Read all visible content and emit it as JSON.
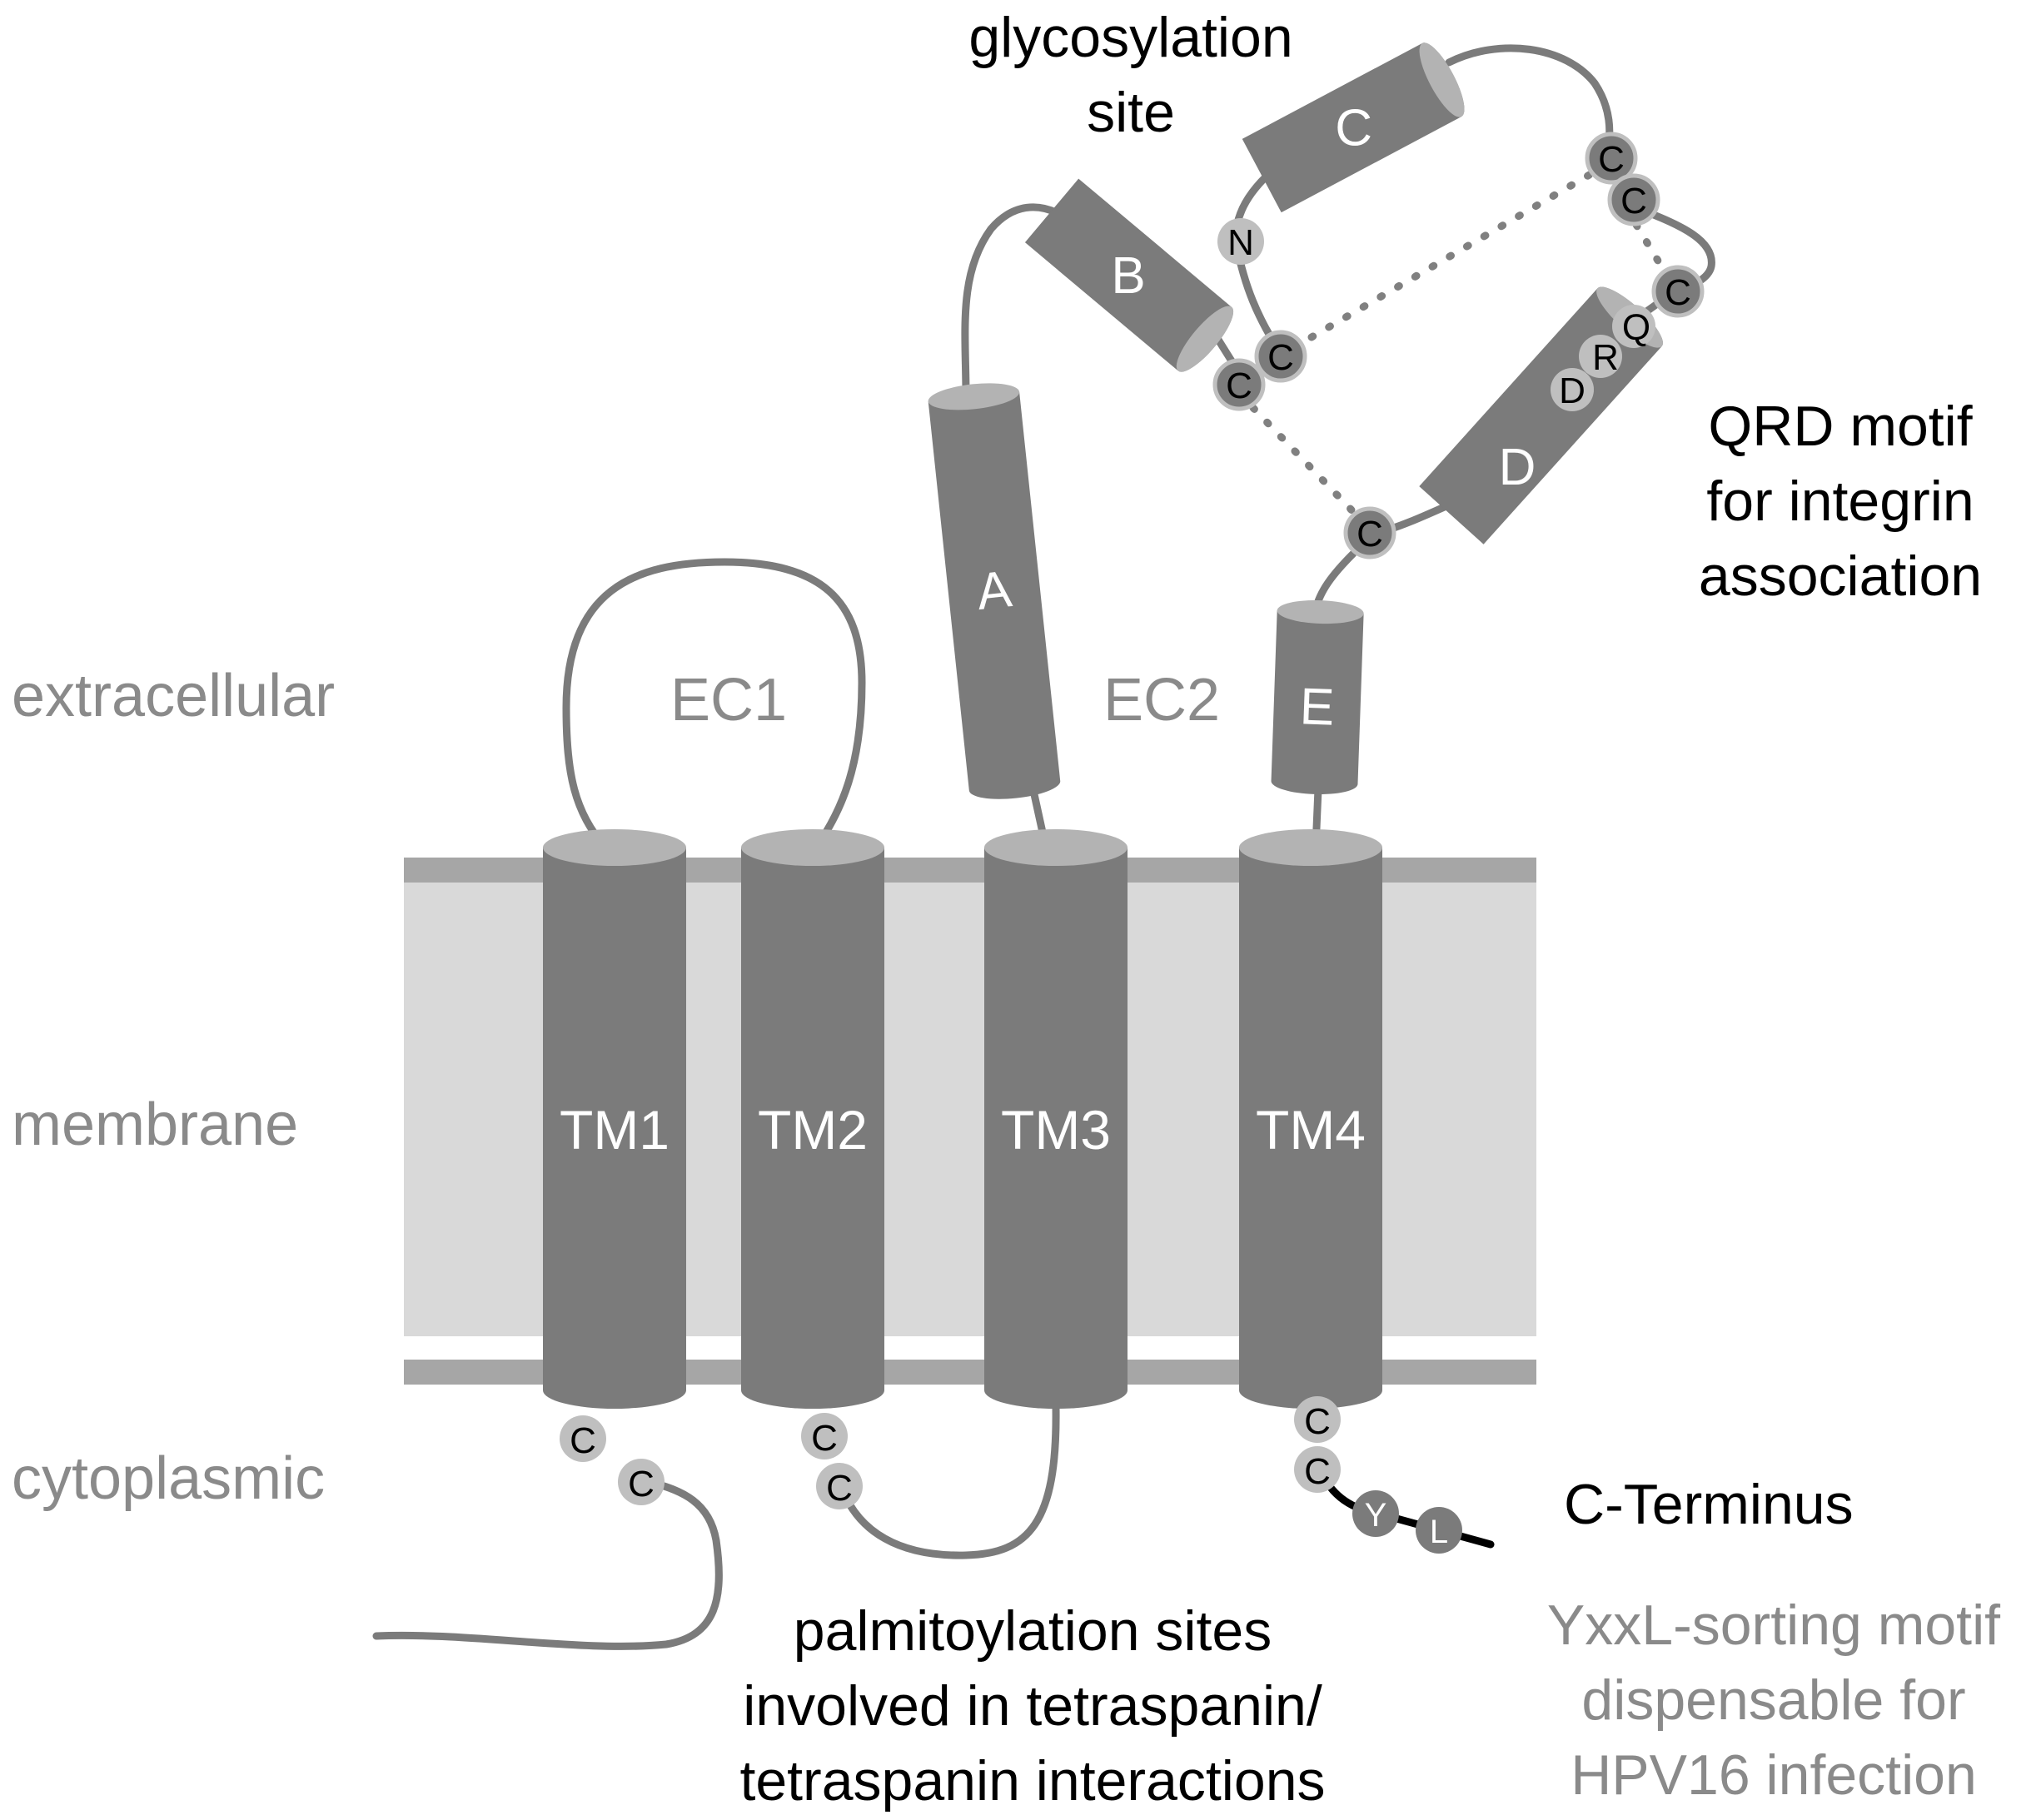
{
  "regions": {
    "extracellular": "extracellular",
    "membrane": "membrane",
    "cytoplasmic": "cytoplasmic"
  },
  "transmembrane": [
    "TM1",
    "TM2",
    "TM3",
    "TM4"
  ],
  "loops": {
    "ec1": "EC1",
    "ec2": "EC2"
  },
  "helices": {
    "a": "A",
    "b": "B",
    "c": "C",
    "d": "D",
    "e": "E"
  },
  "residues": {
    "cys": "C",
    "asn": "N",
    "gln": "Q",
    "arg": "R",
    "asp": "D",
    "tyr": "Y",
    "leu": "L"
  },
  "annotations": {
    "glycosylation": [
      "glycosylation",
      "site"
    ],
    "qrd": [
      "QRD motif",
      "for integrin",
      "association"
    ],
    "c_terminus": "C-Terminus",
    "yxxl": [
      "YxxL-sorting motif",
      "dispensable for",
      "HPV16 infection"
    ],
    "palmitoylation": [
      "palmitoylation sites",
      "involved in tetraspanin/",
      "tetraspanin interactions"
    ]
  },
  "colors": {
    "membrane_fill": "#d9d9d9",
    "membrane_edge": "#a6a6a6",
    "helix_fill": "#7b7b7b",
    "helix_cap": "#b3b3b3",
    "residue_fill": "#bfbfbf",
    "region_text": "#8a8a8a"
  }
}
